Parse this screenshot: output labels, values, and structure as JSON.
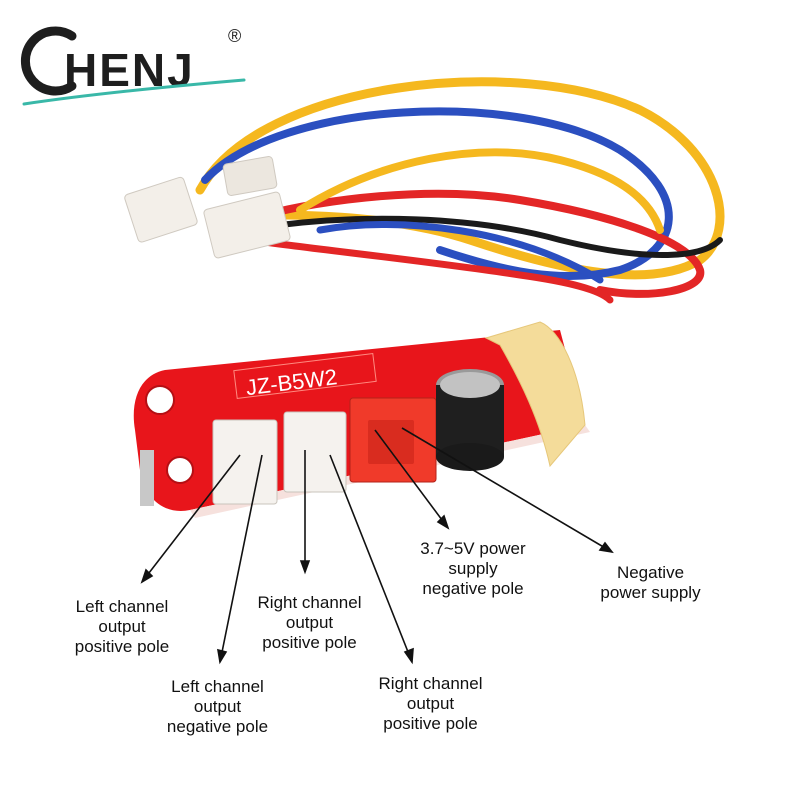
{
  "brand": {
    "logo_text": "CHENJ",
    "registered_mark": "®"
  },
  "board": {
    "silkscreen": "JZ-B5W2"
  },
  "labels": [
    {
      "lines": [
        "Left channel",
        "output",
        "positive pole"
      ]
    },
    {
      "lines": [
        "Left channel",
        "output",
        "negative pole"
      ]
    },
    {
      "lines": [
        "Right channel",
        "output",
        "positive pole"
      ]
    },
    {
      "lines": [
        "Right channel",
        "output",
        "positive pole"
      ]
    },
    {
      "lines": [
        "3.7~5V power",
        "supply",
        "negative pole"
      ]
    },
    {
      "lines": [
        "Negative",
        "power supply"
      ]
    }
  ],
  "colors": {
    "pcb": "#e8151b",
    "wire_red": "#e32626",
    "wire_yellow": "#f5b81f",
    "wire_blue": "#2b4fc0",
    "wire_black": "#1a1a1a",
    "logo_dark": "#1e1e1e",
    "logo_swoosh": "#39b8a8"
  }
}
